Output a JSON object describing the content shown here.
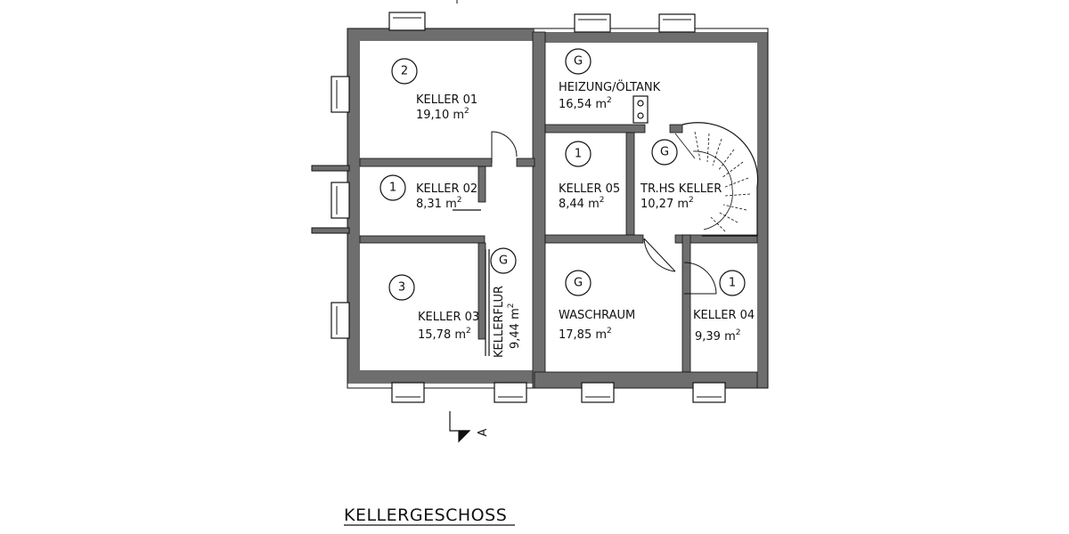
{
  "drawing": {
    "title": "KELLERGESCHOSS",
    "section_marker": "A",
    "wall_color": "#6e6e6e",
    "line_color": "#111111"
  },
  "rooms": [
    {
      "id": "keller-01",
      "name": "KELLER 01",
      "area": "19,10",
      "unit": "m",
      "unit_exp": "2",
      "tag": "2"
    },
    {
      "id": "keller-02",
      "name": "KELLER 02",
      "area": "8,31",
      "unit": "m",
      "unit_exp": "2",
      "tag": "1"
    },
    {
      "id": "keller-03",
      "name": "KELLER 03",
      "area": "15,78",
      "unit": "m",
      "unit_exp": "2",
      "tag": "3"
    },
    {
      "id": "kellerflur",
      "name": "KELLERFLUR",
      "area": "9,44",
      "unit": "m",
      "unit_exp": "2",
      "tag": "G"
    },
    {
      "id": "heizung",
      "name": "HEIZUNG/ÖLTANK",
      "area": "16,54",
      "unit": "m",
      "unit_exp": "2",
      "tag": "G"
    },
    {
      "id": "keller-05",
      "name": "KELLER 05",
      "area": "8,44",
      "unit": "m",
      "unit_exp": "2",
      "tag": "1"
    },
    {
      "id": "treppenhaus",
      "name": "TR.HS KELLER",
      "area": "10,27",
      "unit": "m",
      "unit_exp": "2",
      "tag": "G"
    },
    {
      "id": "waschraum",
      "name": "WASCHRAUM",
      "area": "17,85",
      "unit": "m",
      "unit_exp": "2",
      "tag": "G"
    },
    {
      "id": "keller-04",
      "name": "KELLER 04",
      "area": "9,39",
      "unit": "m",
      "unit_exp": "2",
      "tag": "1"
    }
  ]
}
